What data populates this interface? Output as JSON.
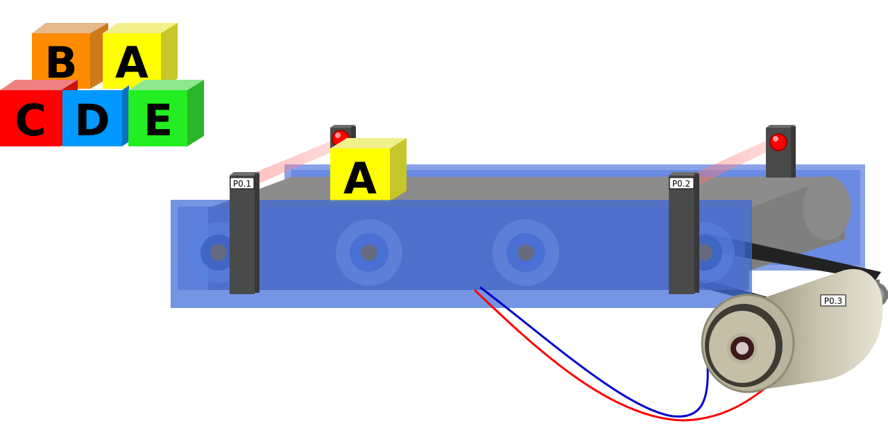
{
  "blocks": {
    "stack": [
      {
        "letter": "B",
        "color": "#ff8c00"
      },
      {
        "letter": "A",
        "color": "#ffff00"
      },
      {
        "letter": "C",
        "color": "#ff0000"
      },
      {
        "letter": "D",
        "color": "#0099ff"
      },
      {
        "letter": "E",
        "color": "#22ee22"
      }
    ],
    "on_belt": {
      "letter": "A",
      "color": "#ffff00"
    }
  },
  "sensors": {
    "left_label": "P0.1",
    "right_label": "P0.2",
    "motor_label": "P0.3",
    "led_color": "#ff0000"
  },
  "colors": {
    "frame": "#2e5fd6",
    "belt": "#8c8c8c",
    "post": "#4a4a4a",
    "wire_positive": "#ff0000",
    "wire_negative": "#0000cc",
    "motor_body": "#c8c2ad"
  }
}
